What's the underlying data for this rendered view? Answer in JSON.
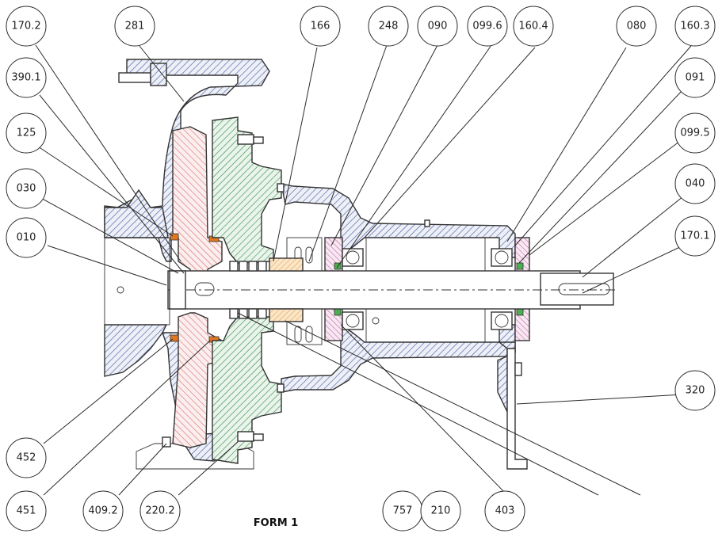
{
  "figure": {
    "caption": "FORM 1",
    "colors": {
      "casing_hatch": "#4a5fa0",
      "impeller_hatch": "#d9605f",
      "cover_hatch": "#2f8f3f",
      "sleeve_hatch": "#e0a050",
      "seal_ring": "#e07820",
      "bearing_cover_hatch": "#c05fa0",
      "outline": "#333333"
    }
  },
  "callouts": [
    {
      "id": "c-170-2",
      "label": "170.2"
    },
    {
      "id": "c-281",
      "label": "281"
    },
    {
      "id": "c-166",
      "label": "166"
    },
    {
      "id": "c-248",
      "label": "248"
    },
    {
      "id": "c-090",
      "label": "090"
    },
    {
      "id": "c-099-6",
      "label": "099.6"
    },
    {
      "id": "c-160-4",
      "label": "160.4"
    },
    {
      "id": "c-080",
      "label": "080"
    },
    {
      "id": "c-160-3",
      "label": "160.3"
    },
    {
      "id": "c-390-1",
      "label": "390.1"
    },
    {
      "id": "c-091",
      "label": "091"
    },
    {
      "id": "c-125",
      "label": "125"
    },
    {
      "id": "c-099-5",
      "label": "099.5"
    },
    {
      "id": "c-030",
      "label": "030"
    },
    {
      "id": "c-040",
      "label": "040"
    },
    {
      "id": "c-010",
      "label": "010"
    },
    {
      "id": "c-170-1",
      "label": "170.1"
    },
    {
      "id": "c-320",
      "label": "320"
    },
    {
      "id": "c-452",
      "label": "452"
    },
    {
      "id": "c-451",
      "label": "451"
    },
    {
      "id": "c-409-2",
      "label": "409.2"
    },
    {
      "id": "c-220-2",
      "label": "220.2"
    },
    {
      "id": "c-757",
      "label": "757"
    },
    {
      "id": "c-210",
      "label": "210"
    },
    {
      "id": "c-403",
      "label": "403"
    }
  ]
}
